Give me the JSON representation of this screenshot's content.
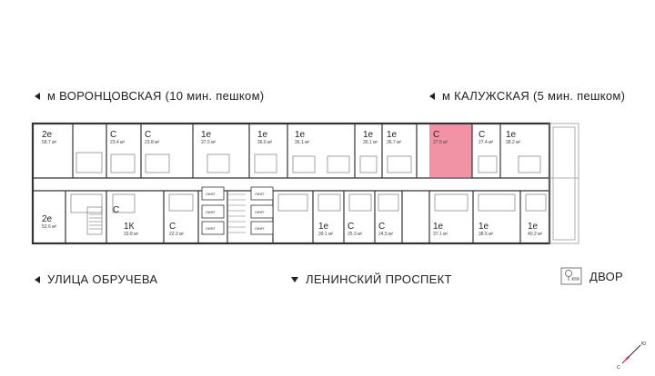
{
  "metro_left": {
    "text": "м ВОРОНЦОВСКАЯ  (10 мин. пешком)"
  },
  "metro_right": {
    "text": "м КАЛУЖСКАЯ (5 мин. пешком)"
  },
  "street_left": {
    "text": "УЛИЦА ОБРУЧЕВА"
  },
  "street_center": {
    "text": "ЛЕНИНСКИЙ ПРОСПЕКТ"
  },
  "yard": {
    "text": "ДВОР",
    "icon": "tree-bench-icon"
  },
  "lift_label": "ЛИФТ",
  "units_top": [
    {
      "type": "2е",
      "area": "58.7 м²"
    },
    {
      "type": "С",
      "area": "23.4 м²"
    },
    {
      "type": "С",
      "area": "23.8 м²"
    },
    {
      "type": "1е",
      "area": "37.5 м²"
    },
    {
      "type": "1е",
      "area": "36.6 м²"
    },
    {
      "type": "1е",
      "area": "36.1 м²"
    },
    {
      "type": "1е",
      "area": "35.1 м²"
    },
    {
      "type": "1е",
      "area": "36.7 м²"
    },
    {
      "type": "С",
      "area": "27.5 м²",
      "highlighted": true
    },
    {
      "type": "С",
      "area": "27.4 м²"
    },
    {
      "type": "1е",
      "area": "38.2 м²"
    }
  ],
  "units_bottom": [
    {
      "type": "2е",
      "area": "52.6 м²"
    },
    {
      "type": "С",
      "area": ""
    },
    {
      "type": "1К",
      "area": "33.8 м²"
    },
    {
      "type": "С",
      "area": "22.3 м²"
    },
    {
      "type": "1е",
      "area": "39.1 м²"
    },
    {
      "type": "С",
      "area": "25.3 м²"
    },
    {
      "type": "С",
      "area": "24.5 м²"
    },
    {
      "type": "1е",
      "area": "37.1 м²"
    },
    {
      "type": "1е",
      "area": "38.5 м²"
    },
    {
      "type": "1е",
      "area": "40.2 м²"
    }
  ],
  "compass": {
    "north": "Ю",
    "south": "С"
  },
  "colors": {
    "highlight": "#f07f95",
    "wall": "#333333",
    "background": "#ffffff"
  }
}
